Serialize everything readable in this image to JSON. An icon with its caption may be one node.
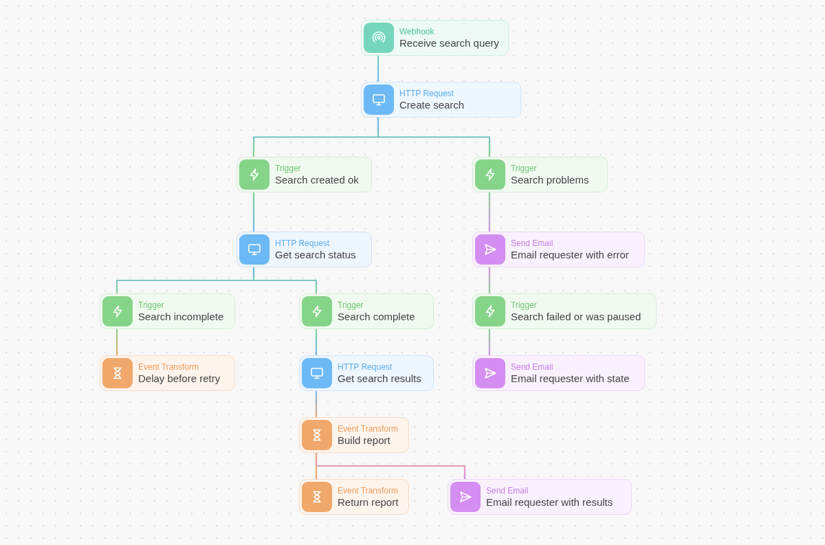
{
  "diagram": {
    "nodes": [
      {
        "text": [
          "Webhook",
          "Receive search query"
        ]
      },
      {
        "text": [
          "HTTP Request",
          "Create search"
        ]
      },
      {
        "text": [
          "Trigger",
          "Search created ok"
        ]
      },
      {
        "text": [
          "Trigger",
          "Search problems"
        ]
      },
      {
        "text": [
          "HTTP Request",
          "Get search status"
        ]
      },
      {
        "text": [
          "Send Email",
          "Email requester with error"
        ]
      },
      {
        "text": [
          "Trigger",
          "Search incomplete"
        ]
      },
      {
        "text": [
          "Trigger",
          "Search complete"
        ]
      },
      {
        "text": [
          "Trigger",
          "Search failed or was paused"
        ]
      },
      {
        "text": [
          "Event Transform",
          "Delay before retry"
        ]
      },
      {
        "text": [
          "HTTP Request",
          "Get search results"
        ]
      },
      {
        "text": [
          "Send Email",
          "Email requester with state"
        ]
      },
      {
        "text": [
          "Event Transform",
          "Build report"
        ]
      },
      {
        "text": [
          "Event Transform",
          "Return report"
        ]
      },
      {
        "text": [
          "Send Email",
          "Email requester with results"
        ]
      }
    ],
    "edges": [
      {
        "from": 0,
        "to": 1,
        "arrow": "none"
      },
      {
        "from": 1,
        "to": 2,
        "arrow": "none"
      },
      {
        "from": 1,
        "to": 3,
        "arrow": "none"
      },
      {
        "from": 2,
        "to": 4,
        "arrow": "none"
      },
      {
        "from": 3,
        "to": 5,
        "arrow": "none"
      },
      {
        "from": 4,
        "to": 6,
        "arrow": "none"
      },
      {
        "from": 4,
        "to": 7,
        "arrow": "none"
      },
      {
        "from": 5,
        "to": 8,
        "arrow": "none"
      },
      {
        "from": 6,
        "to": 9,
        "arrow": "none"
      },
      {
        "from": 7,
        "to": 10,
        "arrow": "none"
      },
      {
        "from": 8,
        "to": 11,
        "arrow": "none"
      },
      {
        "from": 10,
        "to": 12,
        "arrow": "none"
      },
      {
        "from": 12,
        "to": 13,
        "arrow": "none"
      },
      {
        "from": 12,
        "to": 14,
        "arrow": "none"
      }
    ]
  }
}
